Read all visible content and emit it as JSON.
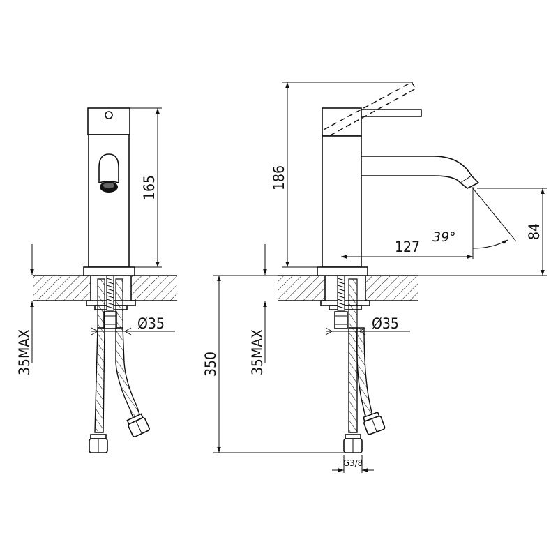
{
  "dimensions": {
    "front_height": "165",
    "side_height": "186",
    "spout_reach": "127",
    "spout_height": "84",
    "angle": "39°",
    "under_length": "350",
    "max_thickness_left": "35MAX",
    "max_thickness_right": "35MAX",
    "hole_diameter_left": "Ø35",
    "hole_diameter_right": "Ø35",
    "thread": "G3/8"
  }
}
